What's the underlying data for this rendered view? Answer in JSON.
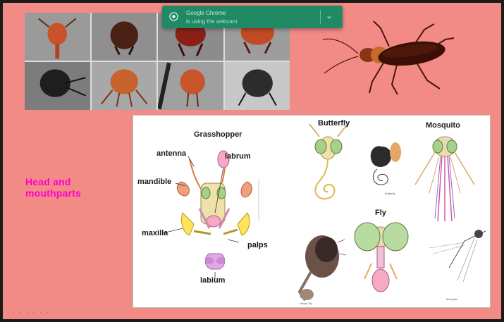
{
  "toast": {
    "title": "Google Chrome",
    "message": "is using the webcam",
    "chevron": "⌄",
    "icon": "camera-icon"
  },
  "heading": {
    "line1": "Head and",
    "line2": "mouthparts"
  },
  "colors": {
    "slide_bg": "#f28a86",
    "heading": "#ff00cc",
    "toast_bg": "#1f8a63"
  },
  "diagram": {
    "grasshopper": {
      "title": "Grasshopper",
      "antenna": "antenna",
      "labrum": "labrum",
      "mandible": "mandible",
      "maxilla": "maxilla",
      "palps": "palps",
      "labium": "labium"
    },
    "butterfly": {
      "title": "Butterfly",
      "caption": "Butterfly"
    },
    "mosquito": {
      "title": "Mosquito",
      "caption": "Mosquito"
    },
    "fly": {
      "title": "Fly",
      "caption": "House Fly"
    }
  }
}
